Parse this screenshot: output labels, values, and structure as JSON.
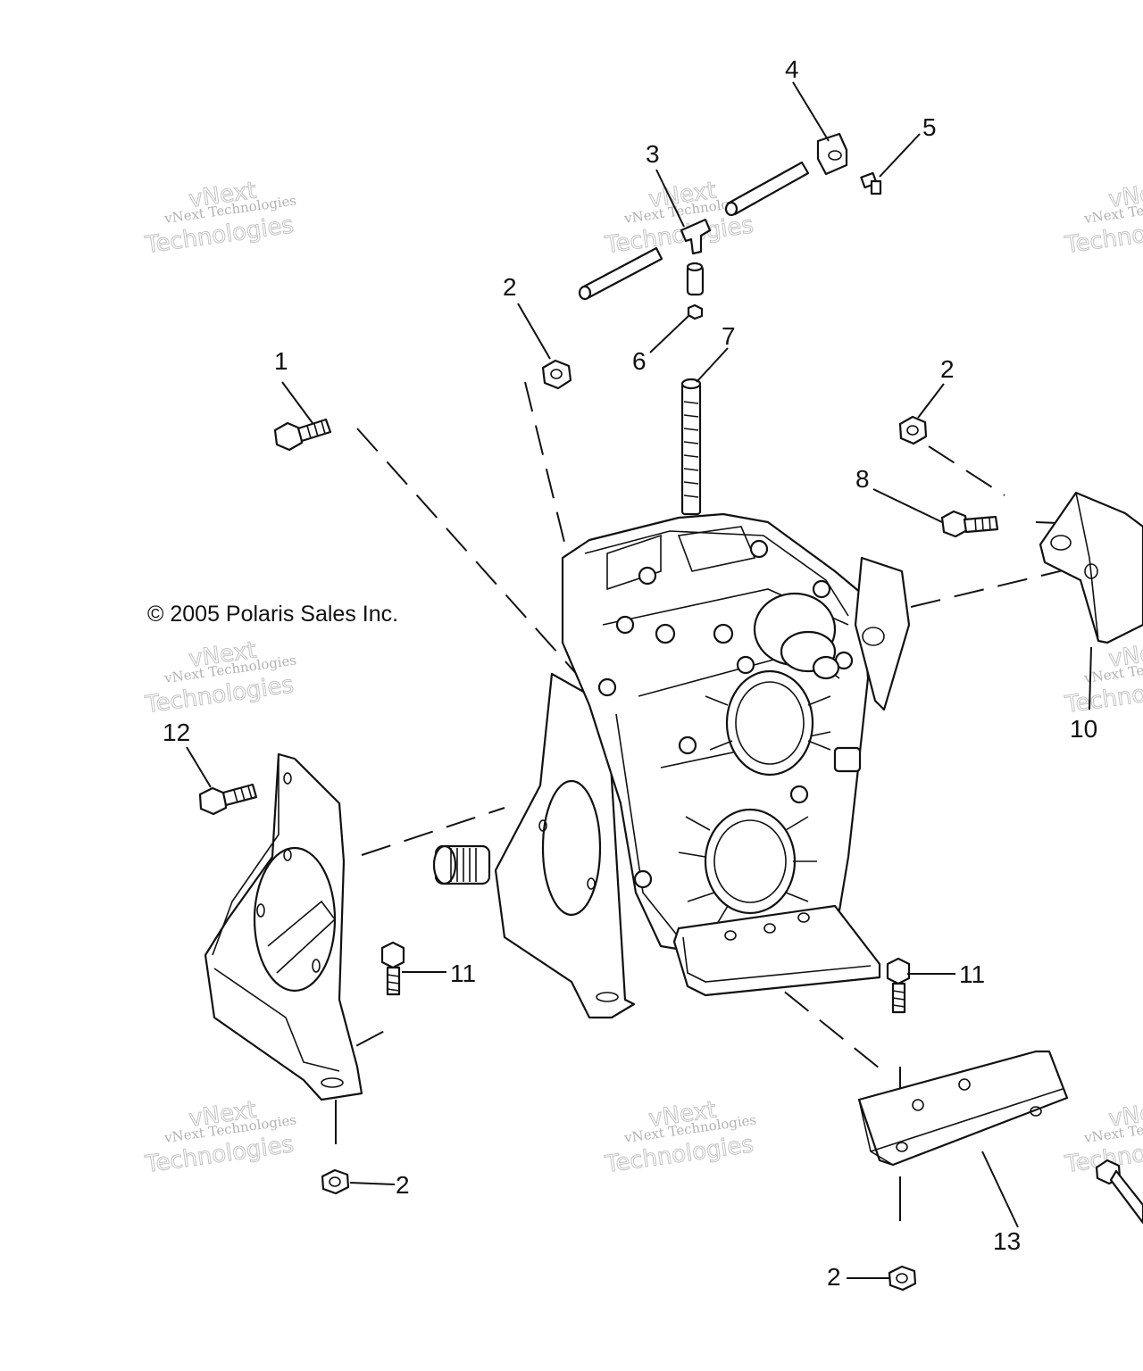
{
  "copyright": "© 2005 Polaris Sales Inc.",
  "watermark": {
    "line1": "vNext Technologies",
    "line2": "vNext",
    "line3": "Technologies"
  },
  "callouts": [
    {
      "id": "c1",
      "text": "1"
    },
    {
      "id": "c2a",
      "text": "2"
    },
    {
      "id": "c2b",
      "text": "2"
    },
    {
      "id": "c2c",
      "text": "2"
    },
    {
      "id": "c2d",
      "text": "2"
    },
    {
      "id": "c3",
      "text": "3"
    },
    {
      "id": "c4",
      "text": "4"
    },
    {
      "id": "c5",
      "text": "5"
    },
    {
      "id": "c6",
      "text": "6"
    },
    {
      "id": "c7",
      "text": "7"
    },
    {
      "id": "c8",
      "text": "8"
    },
    {
      "id": "c10",
      "text": "10"
    },
    {
      "id": "c11a",
      "text": "11"
    },
    {
      "id": "c11b",
      "text": "11"
    },
    {
      "id": "c12",
      "text": "12"
    },
    {
      "id": "c13",
      "text": "13"
    }
  ]
}
